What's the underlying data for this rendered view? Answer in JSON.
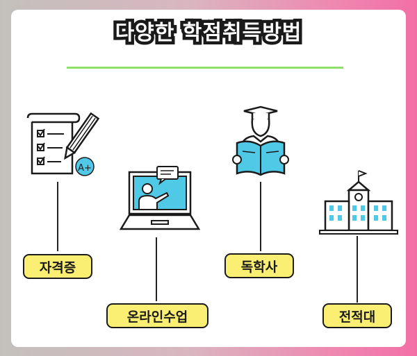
{
  "title": "다양한 학점취득방법",
  "methods": [
    {
      "label": "자격증",
      "icon": "certificate-checklist-pencil-icon"
    },
    {
      "label": "온라인수업",
      "icon": "online-class-laptop-icon"
    },
    {
      "label": "독학사",
      "icon": "self-study-graduate-book-icon"
    },
    {
      "label": "전적대",
      "icon": "university-building-icon"
    }
  ],
  "icons": {
    "grade_badge": "A+"
  },
  "colors": {
    "tag_fill": "#fbef73",
    "accent_teal": "#4fc9e6",
    "title_underline": "#8ee06b",
    "background_gradient_start": "#c3c0bc",
    "background_gradient_end": "#f26fa6"
  }
}
